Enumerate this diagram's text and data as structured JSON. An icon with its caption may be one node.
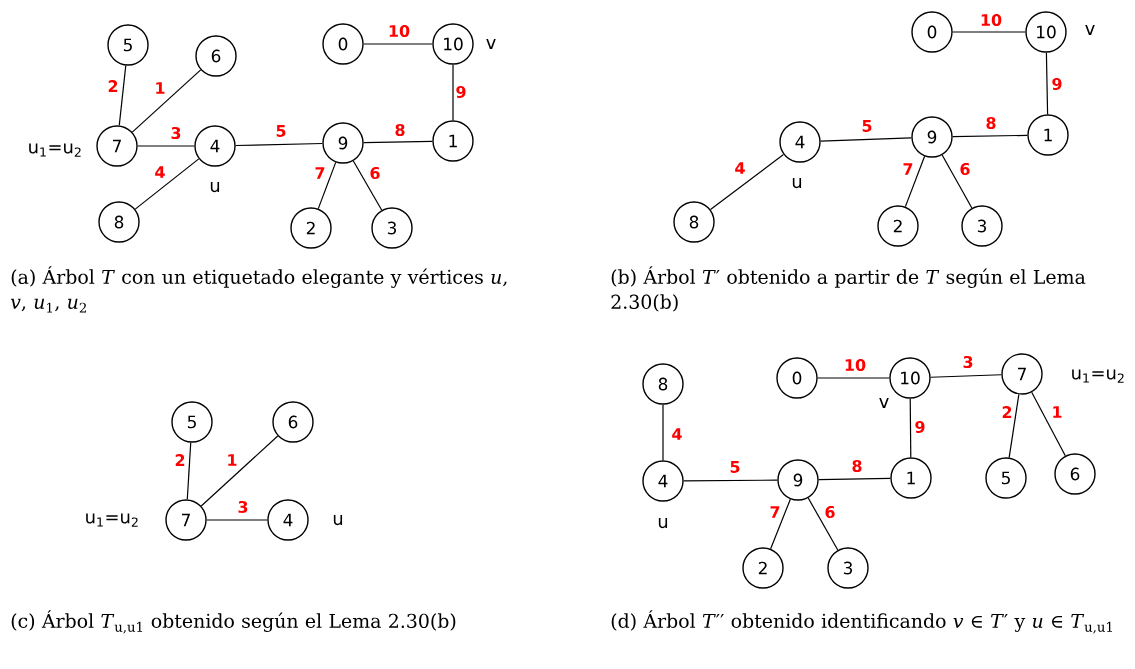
{
  "diagram": {
    "nodes": [
      {
        "text": [
          "5"
        ]
      },
      {
        "text": [
          "6"
        ]
      },
      {
        "text": [
          "0"
        ]
      },
      {
        "text": [
          "10"
        ],
        "beside": [
          "v"
        ]
      },
      {
        "text": [
          "7"
        ],
        "beside": [
          "u$_{1}$=u$_{2}$"
        ]
      },
      {
        "text": [
          "4"
        ],
        "beside": [
          "u"
        ]
      },
      {
        "text": [
          "9"
        ]
      },
      {
        "text": [
          "1"
        ]
      },
      {
        "text": [
          "8"
        ]
      },
      {
        "text": [
          "2"
        ]
      },
      {
        "text": [
          "3"
        ]
      },
      {
        "text": [
          "0"
        ]
      },
      {
        "text": [
          "10"
        ],
        "beside": [
          "v"
        ]
      },
      {
        "text": [
          "4"
        ],
        "beside": [
          "u"
        ]
      },
      {
        "text": [
          "9"
        ]
      },
      {
        "text": [
          "1"
        ]
      },
      {
        "text": [
          "8"
        ]
      },
      {
        "text": [
          "2"
        ]
      },
      {
        "text": [
          "3"
        ]
      },
      {
        "text": [
          "5"
        ]
      },
      {
        "text": [
          "6"
        ]
      },
      {
        "text": [
          "7"
        ],
        "beside": [
          "u$_{1}$=u$_{2}$"
        ]
      },
      {
        "text": [
          "4"
        ],
        "beside": [
          "u"
        ]
      },
      {
        "text": [
          "8"
        ]
      },
      {
        "text": [
          "0"
        ]
      },
      {
        "text": [
          "10"
        ],
        "beside": [
          "v"
        ]
      },
      {
        "text": [
          "7"
        ],
        "beside": [
          "u$_{1}$=u$_{2}$"
        ]
      },
      {
        "text": [
          "4"
        ],
        "beside": [
          "u"
        ]
      },
      {
        "text": [
          "9"
        ]
      },
      {
        "text": [
          "1"
        ]
      },
      {
        "text": [
          "5"
        ]
      },
      {
        "text": [
          "6"
        ]
      },
      {
        "text": [
          "2"
        ]
      },
      {
        "text": [
          "3"
        ]
      }
    ],
    "edges": [
      {
        "from": 0,
        "to": 4,
        "arrow": "none",
        "label": "2"
      },
      {
        "from": 1,
        "to": 4,
        "arrow": "none",
        "label": "1"
      },
      {
        "from": 4,
        "to": 5,
        "arrow": "none",
        "label": "3"
      },
      {
        "from": 8,
        "to": 5,
        "arrow": "none",
        "label": "4"
      },
      {
        "from": 5,
        "to": 6,
        "arrow": "none",
        "label": "5"
      },
      {
        "from": 6,
        "to": 7,
        "arrow": "none",
        "label": "8"
      },
      {
        "from": 3,
        "to": 7,
        "arrow": "none",
        "label": "9"
      },
      {
        "from": 2,
        "to": 3,
        "arrow": "none",
        "label": "10"
      },
      {
        "from": 6,
        "to": 9,
        "arrow": "none",
        "label": "7"
      },
      {
        "from": 6,
        "to": 10,
        "arrow": "none",
        "label": "6"
      },
      {
        "from": 11,
        "to": 12,
        "arrow": "none",
        "label": "10"
      },
      {
        "from": 12,
        "to": 15,
        "arrow": "none",
        "label": "9"
      },
      {
        "from": 13,
        "to": 14,
        "arrow": "none",
        "label": "5"
      },
      {
        "from": 14,
        "to": 15,
        "arrow": "none",
        "label": "8"
      },
      {
        "from": 16,
        "to": 13,
        "arrow": "none",
        "label": "4"
      },
      {
        "from": 14,
        "to": 17,
        "arrow": "none",
        "label": "7"
      },
      {
        "from": 14,
        "to": 18,
        "arrow": "none",
        "label": "6"
      },
      {
        "from": 19,
        "to": 21,
        "arrow": "none",
        "label": "2"
      },
      {
        "from": 20,
        "to": 21,
        "arrow": "none",
        "label": "1"
      },
      {
        "from": 21,
        "to": 22,
        "arrow": "none",
        "label": "3"
      },
      {
        "from": 24,
        "to": 25,
        "arrow": "none",
        "label": "10"
      },
      {
        "from": 25,
        "to": 26,
        "arrow": "none",
        "label": "3"
      },
      {
        "from": 25,
        "to": 29,
        "arrow": "none",
        "label": "9"
      },
      {
        "from": 26,
        "to": 30,
        "arrow": "none",
        "label": "2"
      },
      {
        "from": 26,
        "to": 31,
        "arrow": "none",
        "label": "1"
      },
      {
        "from": 23,
        "to": 27,
        "arrow": "none",
        "label": "4"
      },
      {
        "from": 27,
        "to": 28,
        "arrow": "none",
        "label": "5"
      },
      {
        "from": 28,
        "to": 29,
        "arrow": "none",
        "label": "8"
      },
      {
        "from": 28,
        "to": 32,
        "arrow": "none",
        "label": "7"
      },
      {
        "from": 28,
        "to": 33,
        "arrow": "none",
        "label": "6"
      }
    ],
    "labels": [
      "(a) Árbol *T* con un etiquetado elegante y vértices *u*, *v*, *u*$_{1}$, *u*$_{2}$",
      "(b) Árbol *T*′ obtenido a partir de *T* según el Lema 2.30(b)",
      "(c) Árbol *T*$_{u,u1}$ obtenido según el Lema 2.30(b)",
      "(d) Árbol *T*′′ obtenido identificando *v* ∈ *T*′ y *u* ∈ *T*$_{u,u1}$"
    ]
  }
}
